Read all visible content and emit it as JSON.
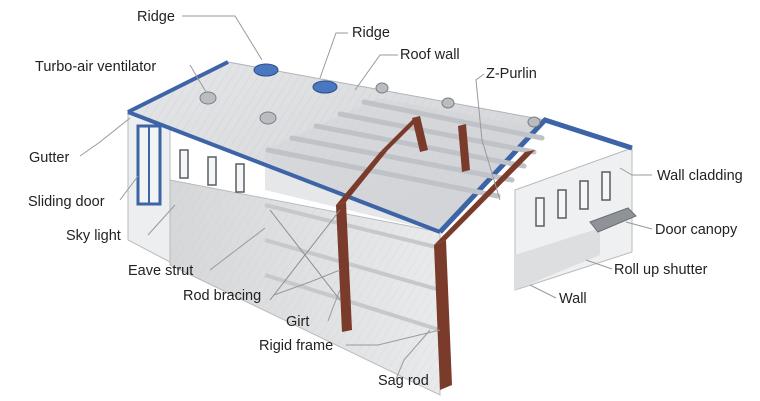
{
  "labels": {
    "ridge_1": "Ridge",
    "ridge_2": "Ridge",
    "roof_wall": "Roof wall",
    "turbo_air_ventilator": "Turbo-air ventilator",
    "z_purlin": "Z-Purlin",
    "gutter": "Gutter",
    "wall_cladding": "Wall cladding",
    "sliding_door": "Sliding door",
    "door_canopy": "Door canopy",
    "sky_light": "Sky light",
    "roll_up_shutter": "Roll up shutter",
    "eave_strut": "Eave strut",
    "wall": "Wall",
    "rod_bracing": "Rod bracing",
    "girt": "Girt",
    "rigid_frame": "Rigid frame",
    "sag_rod": "Sag rod"
  },
  "colors": {
    "roof": "#d9dbdd",
    "wall_panel": "#e7e8ea",
    "trim": "#3c64a6",
    "steel_frame": "#7a3b2a",
    "purlin": "#c9cbce",
    "leader": "#9a9a9a"
  }
}
